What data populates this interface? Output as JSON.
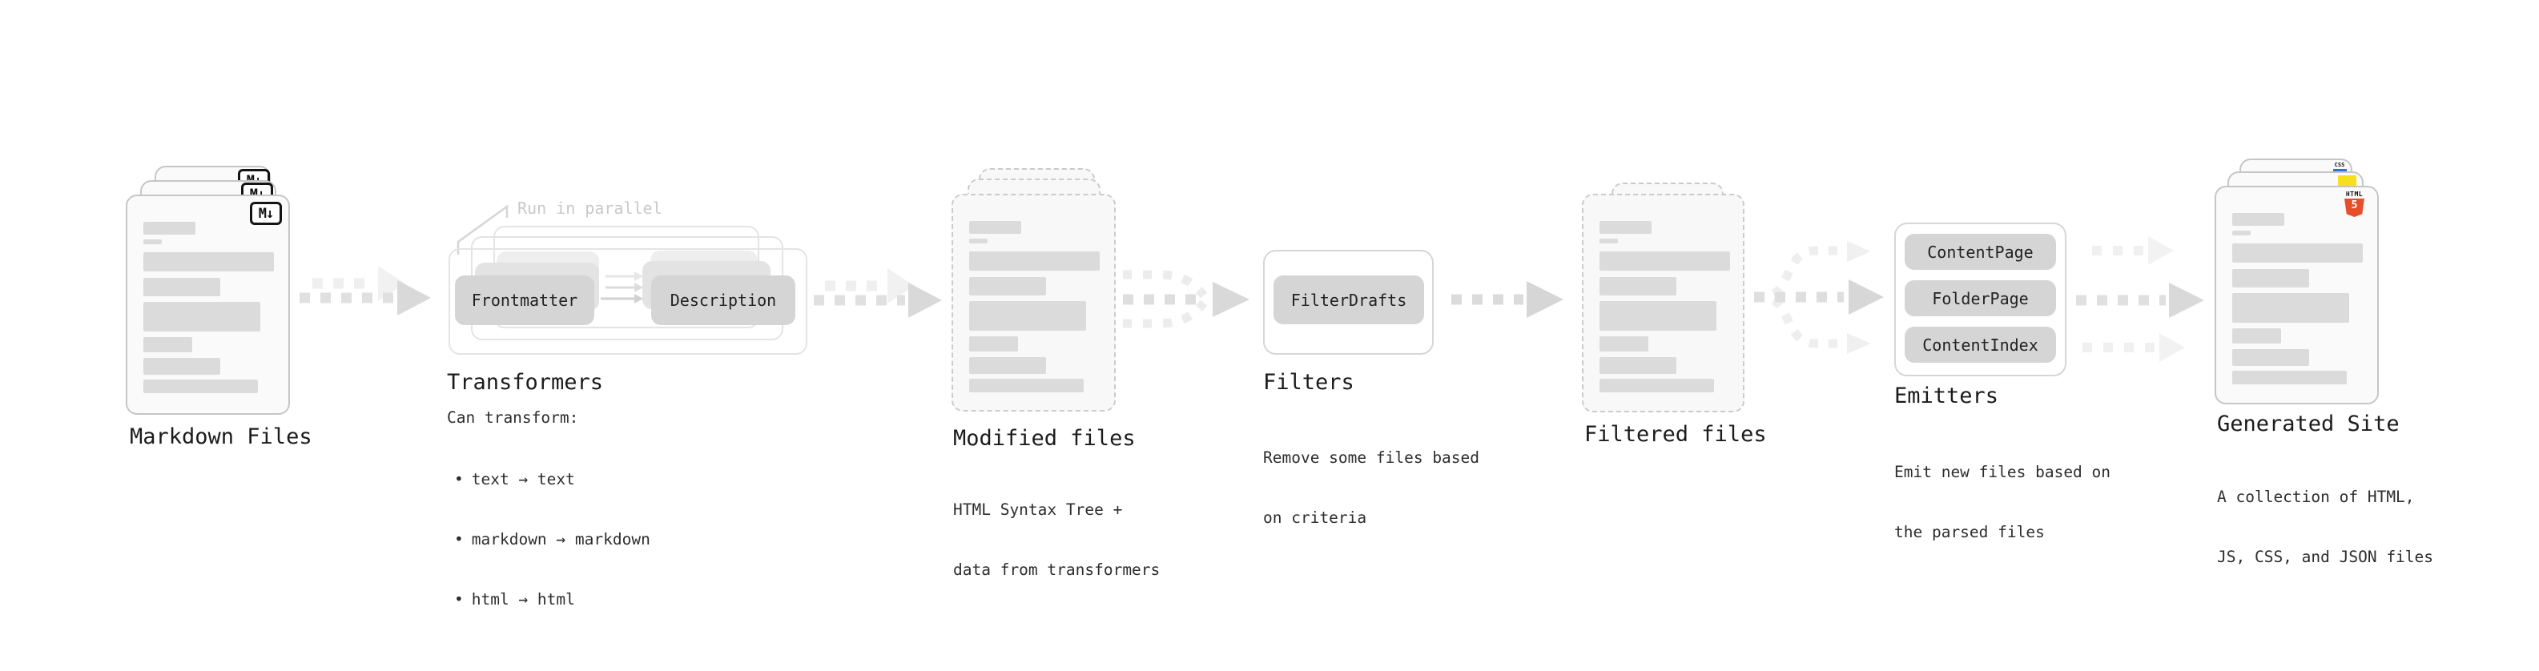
{
  "background": "#ffffff",
  "colors": {
    "card_border": "#c6c6c6",
    "dashed_border": "#cbcbcb",
    "card_fill": "#fafafa",
    "placeholder_bar": "#dbdbdb",
    "pill_fill": "#d5d5d5",
    "arrow_dark": "#d9d9d9",
    "arrow_light": "#f0f0f0",
    "text_ink": "#1b1b1b",
    "callout_gray": "#c9c9c9",
    "html5_orange": "#e5502b",
    "js_yellow": "#f6df1c",
    "css_blue": "#2f6fe4"
  },
  "stages": {
    "markdown": {
      "title": "Markdown Files",
      "badge_label": "M↓"
    },
    "transformers": {
      "title": "Transformers",
      "callout_label": "Run in parallel",
      "pill_left": "Frontmatter",
      "pill_right": "Description",
      "desc_heading": "Can transform:",
      "bullet_char": "•",
      "bullets": [
        "text → text",
        "markdown → markdown",
        "html → html"
      ]
    },
    "modified": {
      "title": "Modified files",
      "desc_lines": [
        "HTML Syntax Tree +",
        "data from transformers"
      ]
    },
    "filters": {
      "title": "Filters",
      "pill": "FilterDrafts",
      "desc_lines": [
        "Remove some files based",
        "on criteria"
      ]
    },
    "filtered": {
      "title": "Filtered files"
    },
    "emitters": {
      "title": "Emitters",
      "pills": [
        "ContentPage",
        "FolderPage",
        "ContentIndex"
      ],
      "desc_lines": [
        "Emit new files based on",
        "the parsed files"
      ]
    },
    "generated": {
      "title": "Generated Site",
      "desc_lines": [
        "A collection of HTML,",
        "JS, CSS, and JSON files"
      ],
      "badges": {
        "css_label": "CSS",
        "html_label": "HTML",
        "html_number": "5"
      }
    }
  }
}
